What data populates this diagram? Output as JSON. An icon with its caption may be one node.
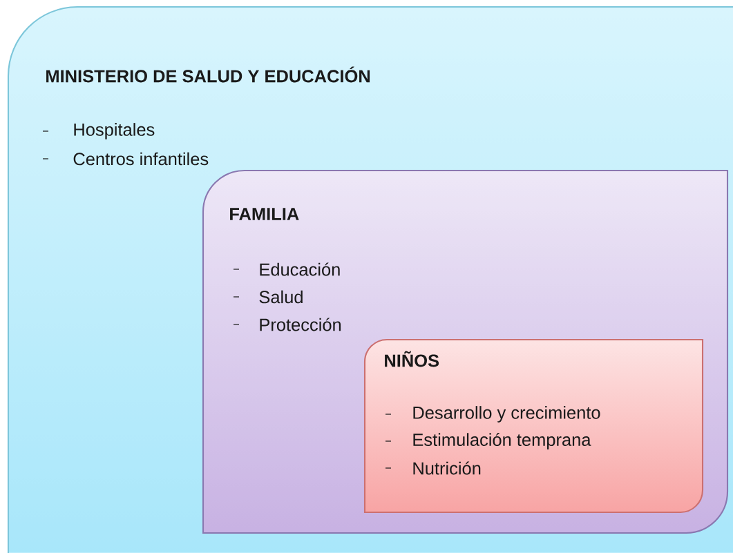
{
  "diagram": {
    "nodes": [
      {
        "text": [
          "MINISTERIO DE SALUD Y EDUCACIÓN",
          "Hospitales",
          "Centros infantiles"
        ]
      },
      {
        "text": [
          "FAMILIA",
          "Educación",
          "Salud",
          "Protección"
        ],
        "in": 0
      },
      {
        "text": [
          "NIÑOS",
          "Desarrollo y crecimiento",
          "Estimulación temprana",
          "Nutrición"
        ],
        "in": 1
      }
    ]
  }
}
